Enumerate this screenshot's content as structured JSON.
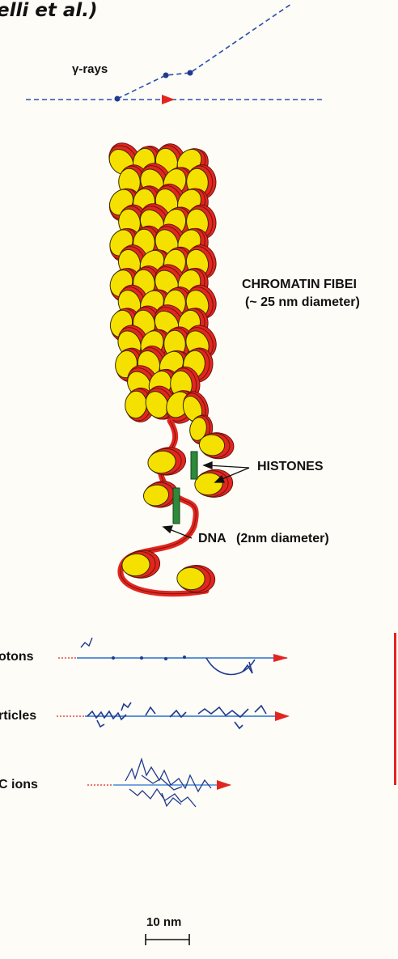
{
  "title": "elli et al.)",
  "labels": {
    "gamma_rays": "γ-rays",
    "chromatin_fiber": "CHROMATIN FIBEI",
    "chromatin_diameter": "(~ 25 nm diameter)",
    "histones": "HISTONES",
    "dna": "DNA",
    "dna_diameter": "(2nm diameter)",
    "protons": "otons",
    "particles": "rticles",
    "c_ions": "C ions",
    "scale_bar": "10 nm"
  },
  "colors": {
    "dna_ribbon": "#e2261f",
    "histone_core": "#f5e100",
    "histone_linker": "#2c8a3a",
    "track": "#1f3a8f",
    "arrow_red": "#e2261f"
  }
}
